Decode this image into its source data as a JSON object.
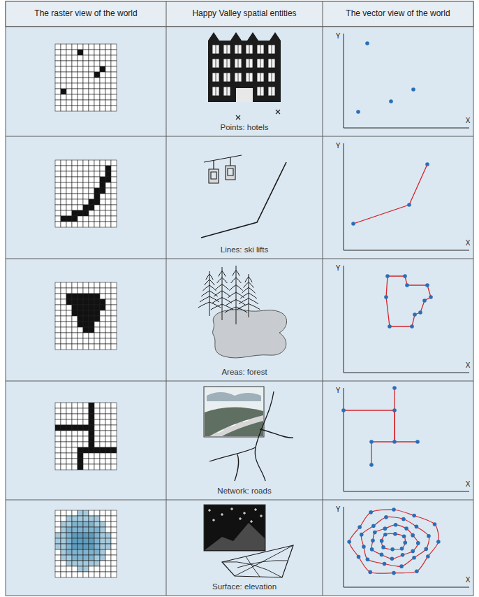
{
  "diagram": {
    "labels": [
      "The raster view of the world",
      "Happy Valley spatial entities",
      "The vector view of the world",
      "Points: hotels",
      "Y",
      "X",
      "Lines: ski lifts",
      "Y",
      "X",
      "Areas: forest",
      "Y",
      "X",
      "Network: roads",
      "Y",
      "X",
      "Surface: elevation",
      "Y",
      "X"
    ]
  }
}
